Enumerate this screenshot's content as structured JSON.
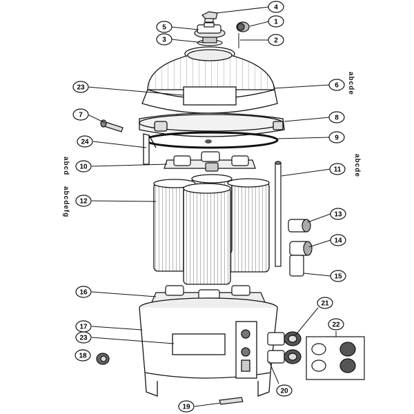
{
  "diagram": {
    "callouts": [
      {
        "id": "c1",
        "label": "1"
      },
      {
        "id": "c2",
        "label": "2"
      },
      {
        "id": "c3",
        "label": "3"
      },
      {
        "id": "c4",
        "label": "4"
      },
      {
        "id": "c5",
        "label": "5"
      },
      {
        "id": "c6",
        "label": "6"
      },
      {
        "id": "c7",
        "label": "7"
      },
      {
        "id": "c8",
        "label": "8"
      },
      {
        "id": "c9",
        "label": "9"
      },
      {
        "id": "c10",
        "label": "10"
      },
      {
        "id": "c11",
        "label": "11"
      },
      {
        "id": "c12",
        "label": "12"
      },
      {
        "id": "c13",
        "label": "13"
      },
      {
        "id": "c14",
        "label": "14"
      },
      {
        "id": "c15",
        "label": "15"
      },
      {
        "id": "c16",
        "label": "16"
      },
      {
        "id": "c17",
        "label": "17"
      },
      {
        "id": "c18",
        "label": "18"
      },
      {
        "id": "c19",
        "label": "19"
      },
      {
        "id": "c20",
        "label": "20"
      },
      {
        "id": "c21",
        "label": "21"
      },
      {
        "id": "c22",
        "label": "22"
      },
      {
        "id": "c23a",
        "label": "23"
      },
      {
        "id": "c23b",
        "label": "23"
      },
      {
        "id": "c24",
        "label": "24"
      }
    ],
    "variants": {
      "part6": "abcde",
      "part11": "abcde",
      "part10": "abcd",
      "part12": "abcdefg"
    }
  },
  "colors": {
    "line": "#111111",
    "fill": "#ffffff",
    "shade": "#d9d9d9",
    "dark": "#555555"
  }
}
